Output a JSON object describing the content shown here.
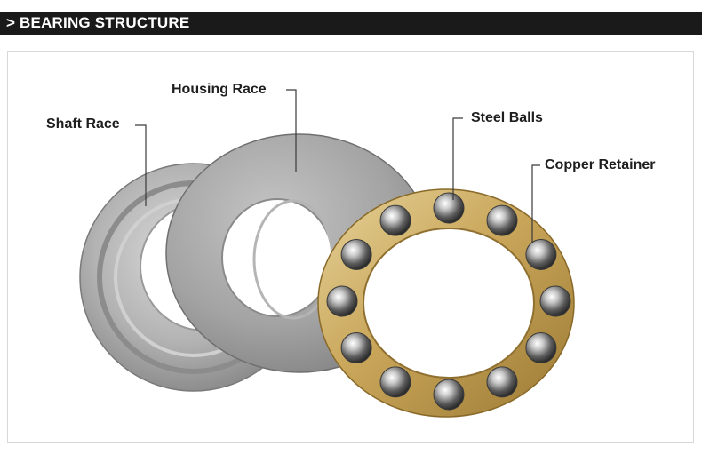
{
  "header": {
    "title": "> BEARING STRUCTURE"
  },
  "callouts": {
    "shaft_race": "Shaft Race",
    "housing_race": "Housing Race",
    "steel_balls": "Steel Balls",
    "copper_retainer": "Copper Retainer"
  },
  "colors": {
    "header_bg": "#1a1a1a",
    "header_text": "#ffffff",
    "retainer": "#c9a65a",
    "race_metal": "#a6a6a6"
  },
  "counts": {
    "visible_steel_balls": 12
  }
}
